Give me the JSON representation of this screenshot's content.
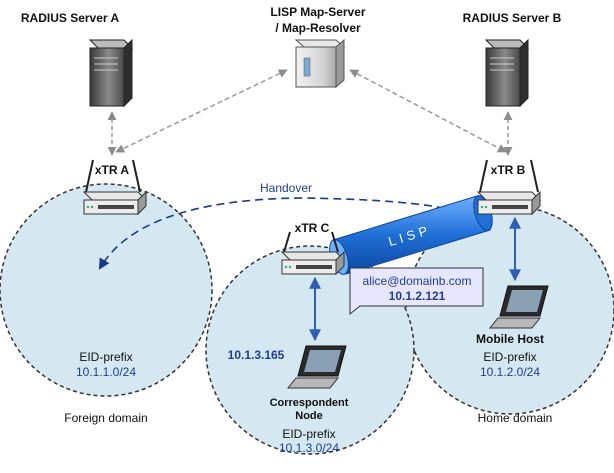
{
  "nodes": {
    "radius_a": {
      "label": "RADIUS Server A"
    },
    "radius_b": {
      "label": "RADIUS Server B"
    },
    "lisp_ms": {
      "label_line1": "LISP Map-Server",
      "label_line2": "/ Map-Resolver"
    },
    "xtr_a": {
      "label": "xTR A"
    },
    "xtr_b": {
      "label": "xTR B"
    },
    "xtr_c": {
      "label": "xTR C"
    }
  },
  "handover": {
    "label": "Handover"
  },
  "tunnel": {
    "label": "LISP"
  },
  "mobile_callout": {
    "user": "alice@domainb.com",
    "address": "10.1.2.121"
  },
  "mobile_host": {
    "label": "Mobile Host"
  },
  "correspondent": {
    "address": "10.1.3.165",
    "label_line1": "Correspondent",
    "label_line2": "Node"
  },
  "domains": {
    "foreign": {
      "eid_label": "EID-prefix",
      "prefix": "10.1.1.0/24",
      "name": "Foreign domain"
    },
    "home": {
      "eid_label": "EID-prefix",
      "prefix": "10.1.2.0/24",
      "name": "Home domain"
    },
    "correspondent": {
      "eid_label": "EID-prefix",
      "prefix": "10.1.3.0/24"
    }
  },
  "colors": {
    "domain_fill": "#d5e8f2",
    "link_blue": "#2f5fb4",
    "tunnel_blue": "#1f6fd6",
    "dashed_gray": "#9a9a9a",
    "callout_fill": "#e6e6ff"
  }
}
